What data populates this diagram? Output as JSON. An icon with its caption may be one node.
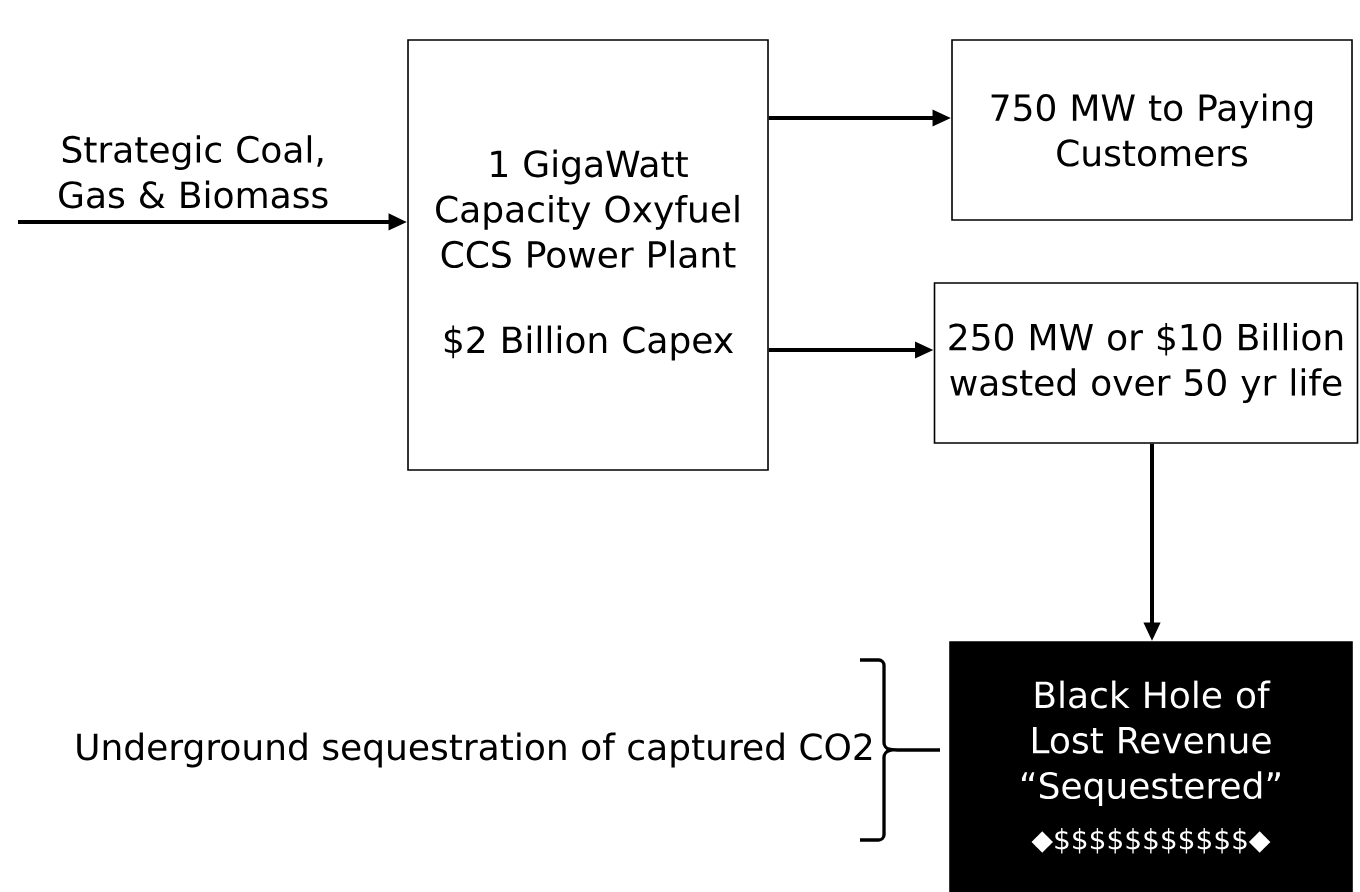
{
  "diagram": {
    "nodes": [
      {
        "text": [
          "1 GigaWatt Capacity Oxyfuel CCS Power Plant",
          "$2 Billion Capex"
        ]
      },
      {
        "text": [
          "750 MW to Paying Customers"
        ]
      },
      {
        "text": [
          "250 MW or $10 Billion wasted over 50 yr life"
        ]
      },
      {
        "text": [
          "Black Hole of Lost Revenue “Sequestered”",
          "◆$$$$$$$$$$$◆"
        ]
      }
    ],
    "edges": [
      {
        "from": null,
        "to": 0,
        "arrow": "to",
        "label": "Strategic Coal, Gas & Biomass"
      },
      {
        "from": 0,
        "to": 1,
        "arrow": "to"
      },
      {
        "from": 0,
        "to": 2,
        "arrow": "to"
      },
      {
        "from": 2,
        "to": 3,
        "arrow": "to"
      }
    ],
    "labels": [
      "Underground sequestration of captured CO2"
    ]
  }
}
